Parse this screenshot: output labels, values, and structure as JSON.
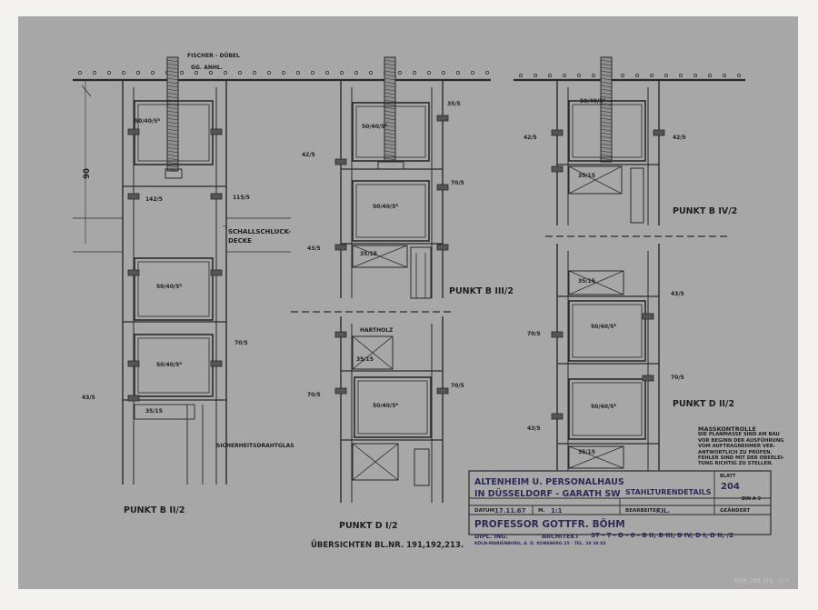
{
  "punkt_labels": {
    "b2": "PUNKT  B II/2",
    "b3": "PUNKT  B III/2",
    "b4": "PUNKT  B IV/2",
    "d1": "PUNKT  D I/2",
    "d2": "PUNKT  D II/2"
  },
  "annotations": {
    "fischer_dubel": "FISCHER - DÜBEL",
    "gg_anhl": "GG. ANHL.",
    "dim_90": "90",
    "schallschluck_1": "SCHALLSCHLUCK-",
    "schallschluck_2": "DECKE",
    "sicherheitsdrahtglas": "SICHERHEITSDRAHTGLAS",
    "hartholz": "HARTHOLZ",
    "uebersichten": "ÜBERSICHTEN  BL.NR. 191,192,213."
  },
  "profiles": {
    "p35_5": "35/5",
    "p42_5": "42/5",
    "p115_5": "115/5",
    "p142_5": "142/5",
    "p43_5": "43/5",
    "p70_5": "70/5",
    "p50_40_5": "50/40/5ᴿ",
    "p35_15": "35/15",
    "p50_50": "50/40/5ᴿ"
  },
  "masskontrolle": {
    "title": "MASSKONTROLLE",
    "lines": [
      "DIE PLANMASSE SIND AM BAU",
      "VOR BEGINN DER AUSFÜHRUNG",
      "VOM AUFTRAGNEHMER VER-",
      "ANTWORTLICH ZU PRÜFEN.",
      "FEHLER SIND MIT DER OBERLEI-",
      "TUNG RICHTIG ZU STELLEN."
    ]
  },
  "title_block": {
    "project_1": "ALTENHEIM U. PERSONALHAUS",
    "project_2": "IN DÜSSELDORF - GARATH SW",
    "subject": "STAHLTURENDETAILS",
    "blatt_label": "BLATT",
    "blatt_no": "204",
    "format": "DIN A 3",
    "datum_label": "DATUM",
    "datum": "17.11.67",
    "massstab_label": "M.",
    "massstab": "1:1",
    "bearbeiter_label": "BEARBEITER",
    "bearbeiter": "KIL.",
    "geandert": "GEÄNDERT",
    "architect_name": "PROFESSOR GOTTFR. BÖHM",
    "architect_title": "DIPL. ING.",
    "architect_role": "ARCHITEKT",
    "drawing_code": "ST - T - D - 0 - B II, B III, B IV, D I, D II, /2",
    "address": "KÖLN-MARIENBURG, A. D. KONSBERG 25 · TEL. 38 38 03"
  },
  "archive_stamp": "869-298 J50",
  "sheet_mark": "204"
}
